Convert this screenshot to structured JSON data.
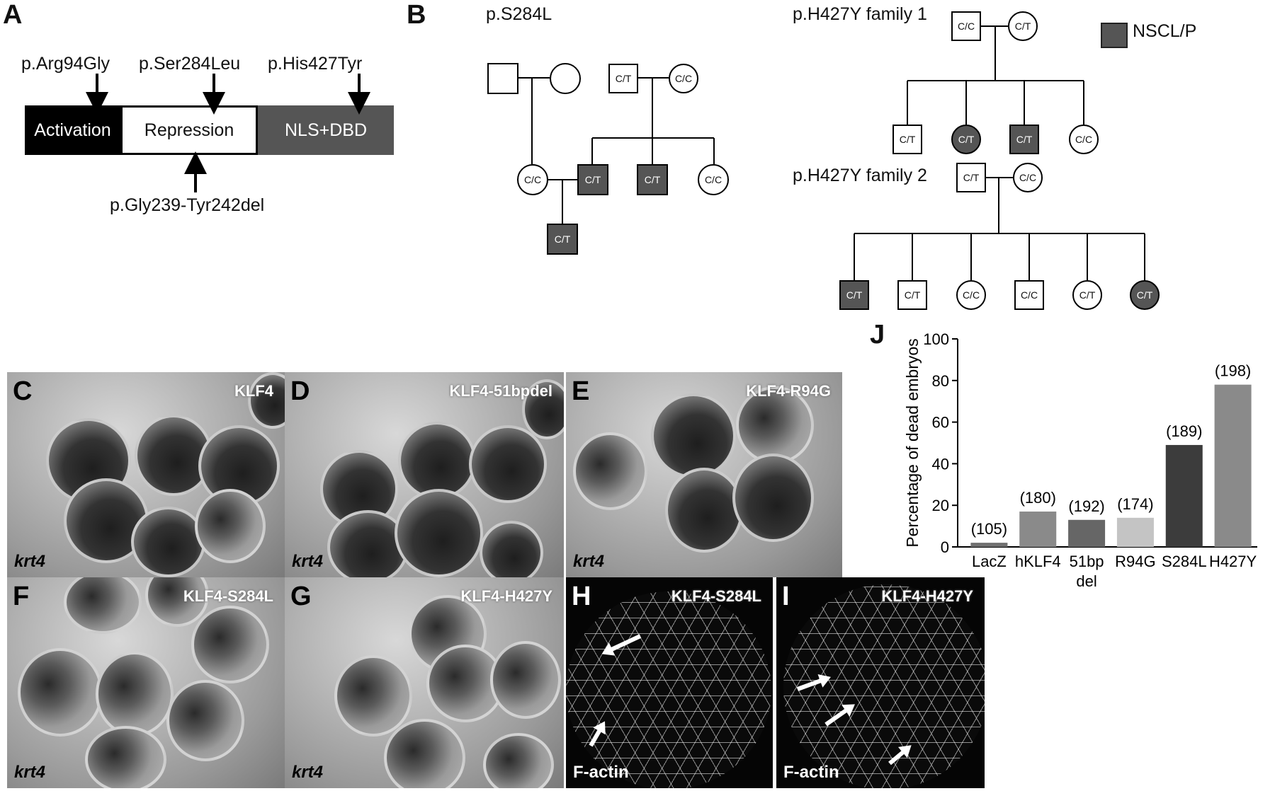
{
  "panels": {
    "A": "A",
    "B": "B",
    "C": "C",
    "D": "D",
    "E": "E",
    "F": "F",
    "G": "G",
    "H": "H",
    "I": "I",
    "J": "J"
  },
  "domain_a": {
    "mutations_top": [
      "p.Arg94Gly",
      "p.Ser284Leu",
      "p.His427Tyr"
    ],
    "mutation_bottom": "p.Gly239-Tyr242del",
    "domains": [
      "Activation",
      "Repression",
      "NLS+DBD"
    ],
    "colors": {
      "activation": "#000000",
      "repression": "#ffffff",
      "nls": "#555555"
    }
  },
  "pedigree": {
    "title_1": "p.S284L",
    "title_2": "p.H427Y family 1",
    "title_3": "p.H427Y family 2",
    "legend": "NSCL/P",
    "genotypes": {
      "ct": "C/T",
      "cc": "C/C"
    }
  },
  "micrographs": [
    {
      "label": "KLF4",
      "stain": "krt4"
    },
    {
      "label": "KLF4-51bpdel",
      "stain": "krt4"
    },
    {
      "label": "KLF4-R94G",
      "stain": "krt4"
    },
    {
      "label": "KLF4-S284L",
      "stain": "krt4"
    },
    {
      "label": "KLF4-H427Y",
      "stain": "krt4"
    },
    {
      "label": "KLF4-S284L",
      "stain": "F-actin"
    },
    {
      "label": "KLF4-H427Y",
      "stain": "F-actin"
    }
  ],
  "chart_data": {
    "type": "bar",
    "ylabel": "Percentage of dead embryos",
    "ylim": [
      0,
      100
    ],
    "yticks": [
      0,
      20,
      40,
      60,
      80,
      100
    ],
    "categories": [
      "LacZ",
      "hKLF4",
      "51bp del",
      "R94G",
      "S284L",
      "H427Y"
    ],
    "category_lines": [
      [
        "LacZ"
      ],
      [
        "hKLF4"
      ],
      [
        "51bp",
        "del"
      ],
      [
        "R94G"
      ],
      [
        "S284L"
      ],
      [
        "H427Y"
      ]
    ],
    "values": [
      2,
      17,
      13,
      14,
      49,
      78
    ],
    "counts": [
      "(105)",
      "(180)",
      "(192)",
      "(174)",
      "(189)",
      "(198)"
    ],
    "colors": [
      "#6f6f6f",
      "#8a8a8a",
      "#666666",
      "#c4c4c4",
      "#3c3c3c",
      "#8a8a8a"
    ]
  }
}
